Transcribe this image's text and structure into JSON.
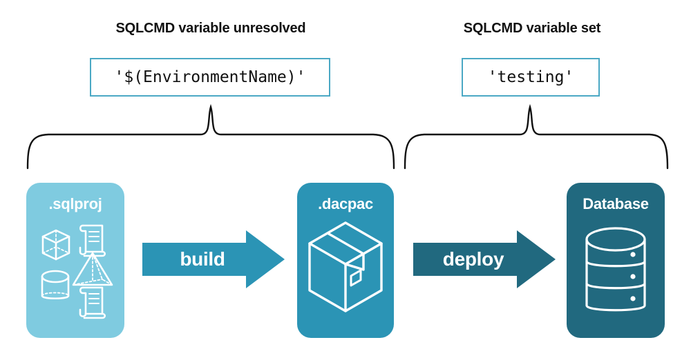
{
  "diagram": {
    "groups": [
      {
        "id": "unresolved",
        "title": "SQLCMD variable unresolved",
        "value": "'$(EnvironmentName)'"
      },
      {
        "id": "set",
        "title": "SQLCMD variable set",
        "value": "'testing'"
      }
    ],
    "nodes": [
      {
        "id": "sqlproj",
        "label": ".sqlproj",
        "color": "#7fcbe0",
        "icons": [
          "cube-icon",
          "pyramid-icon",
          "cylinder-icon",
          "scroll-icon",
          "scroll-icon"
        ]
      },
      {
        "id": "dacpac",
        "label": ".dacpac",
        "color": "#2b94b5",
        "icons": [
          "package-box-icon"
        ]
      },
      {
        "id": "database",
        "label": "Database",
        "color": "#21697f",
        "icons": [
          "database-cylinder-icon"
        ]
      }
    ],
    "arrows": [
      {
        "id": "build",
        "label": "build",
        "color": "#2b94b5"
      },
      {
        "id": "deploy",
        "label": "deploy",
        "color": "#21697f"
      }
    ],
    "colors": {
      "accent_border": "#4aa8c4",
      "brace_stroke": "#111111",
      "text": "#111111",
      "background": "#ffffff"
    }
  }
}
